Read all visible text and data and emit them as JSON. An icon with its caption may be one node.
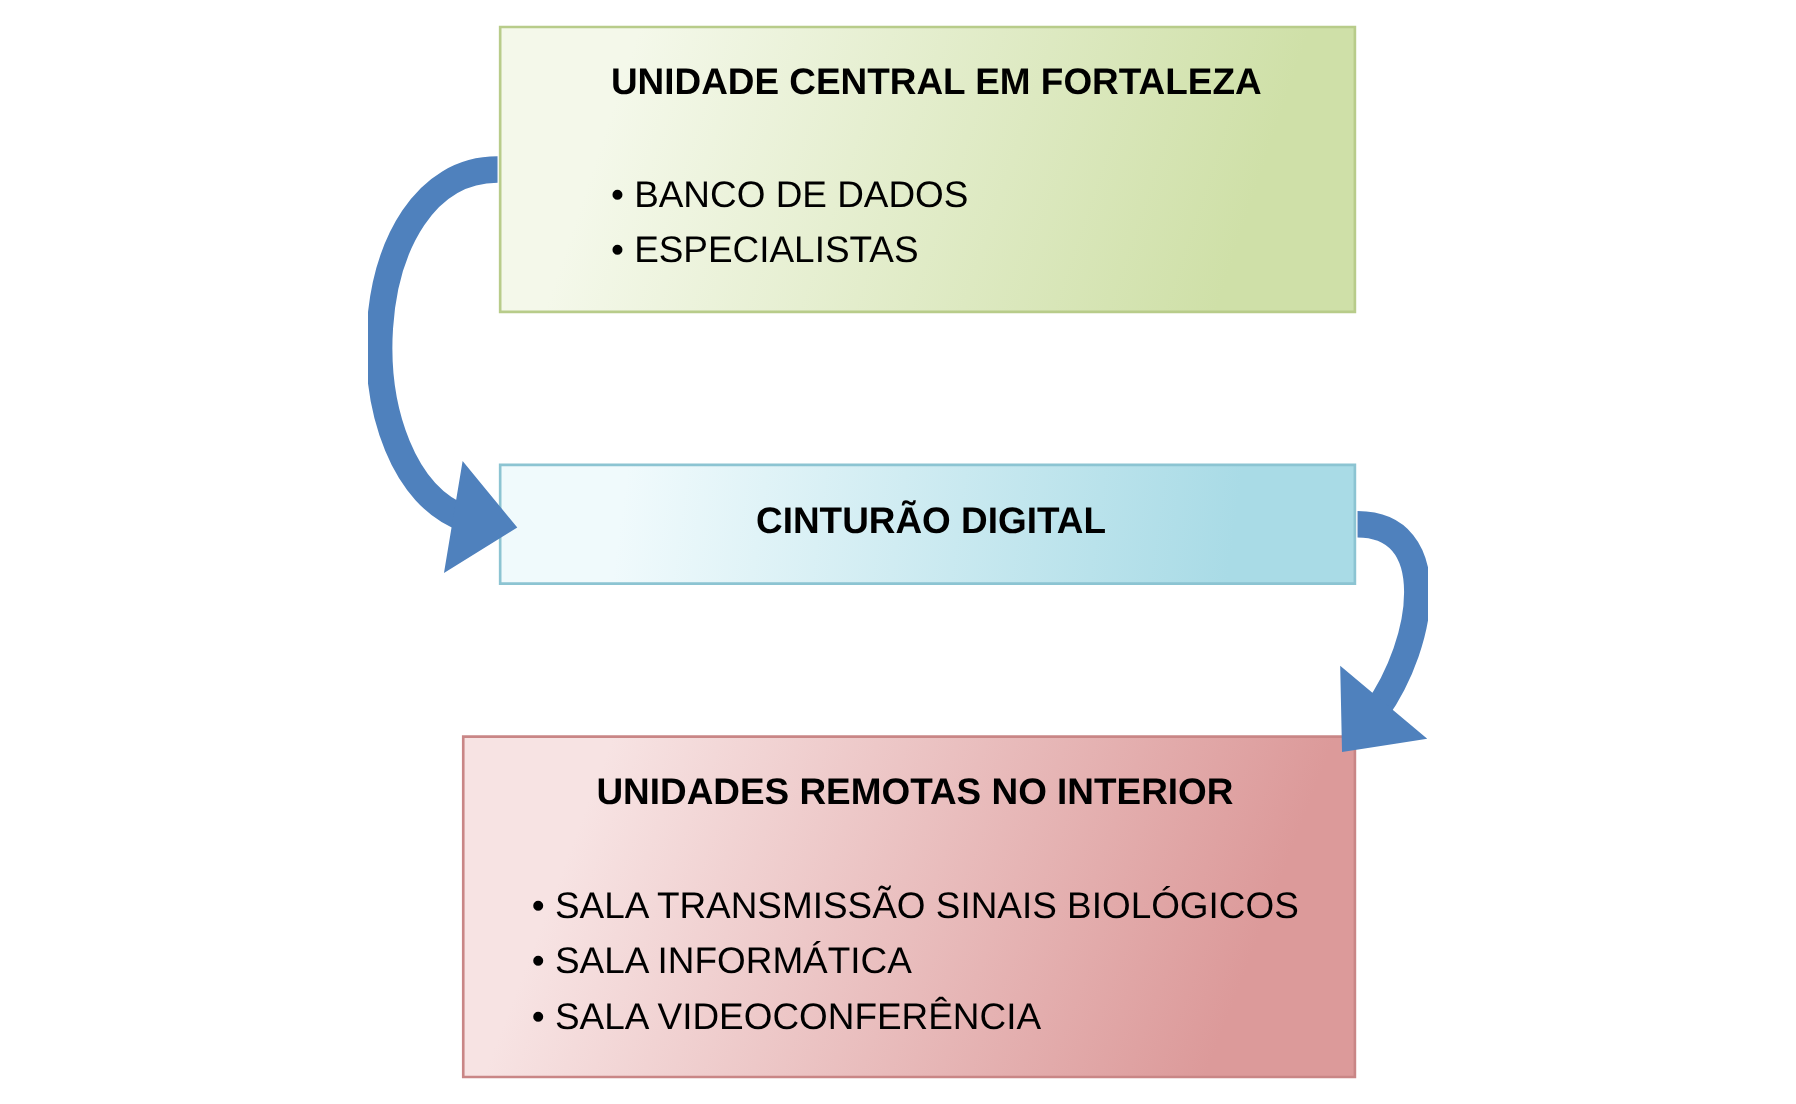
{
  "diagram": {
    "nodes": [
      {
        "text": [
          "UNIDADE CENTRAL EM FORTALEZA",
          "• BANCO DE DADOS",
          "• ESPECIALISTAS"
        ]
      },
      {
        "text": [
          "CINTURÃO DIGITAL"
        ]
      },
      {
        "text": [
          "UNIDADES REMOTAS NO INTERIOR",
          "• SALA TRANSMISSÃO SINAIS BIOLÓGICOS",
          "• SALA INFORMÁTICA",
          "• SALA VIDEOCONFERÊNCIA"
        ]
      }
    ],
    "edges": [
      {
        "from": 0,
        "to": 1,
        "arrow": "to"
      },
      {
        "from": 1,
        "to": 2,
        "arrow": "to"
      }
    ]
  }
}
